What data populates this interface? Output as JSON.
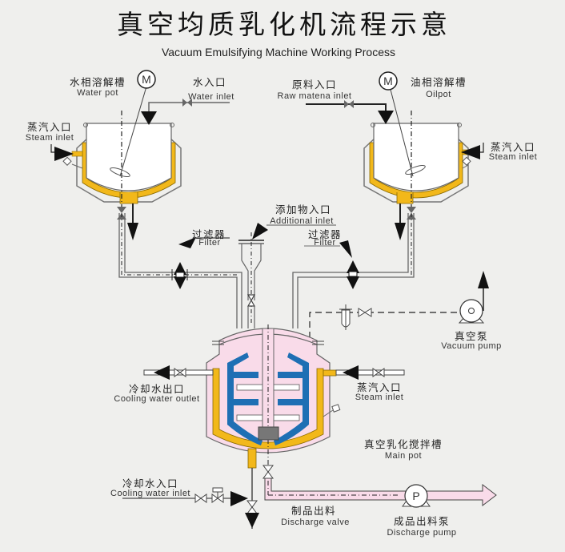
{
  "title": {
    "zh": "真空均质乳化机流程示意",
    "en": "Vacuum Emulsifying Machine Working Process"
  },
  "labels": {
    "water_pot": {
      "zh": "水相溶解槽",
      "en": "Water pot"
    },
    "water_inlet": {
      "zh": "水入口",
      "en": "Water inlet"
    },
    "raw_inlet": {
      "zh": "原料入口",
      "en": "Raw matena inlet"
    },
    "oil_pot": {
      "zh": "油相溶解槽",
      "en": "Oilpot"
    },
    "steam_inlet_left": {
      "zh": "蒸汽入口",
      "en": "Steam inlet"
    },
    "steam_inlet_right": {
      "zh": "蒸汽入口",
      "en": "Steam inlet"
    },
    "additional_inlet": {
      "zh": "添加物入口",
      "en": "Additional inlet"
    },
    "filter_left": {
      "zh": "过滤器",
      "en": "Filter"
    },
    "filter_right": {
      "zh": "过滤器",
      "en": "Filter"
    },
    "vacuum_pump": {
      "zh": "真空泵",
      "en": "Vacuum pump"
    },
    "cooling_outlet": {
      "zh": "冷却水出口",
      "en": "Cooling water outlet"
    },
    "steam_inlet_main": {
      "zh": "蒸汽入口",
      "en": "Steam inlet"
    },
    "main_pot": {
      "zh": "真空乳化搅拌槽",
      "en": "Main pot"
    },
    "cooling_inlet": {
      "zh": "冷却水入口",
      "en": "Cooling water inlet"
    },
    "discharge_valve": {
      "zh": "制品出料",
      "en": "Discharge valve"
    },
    "discharge_pump": {
      "zh": "成品出料泵",
      "en": "Discharge pump"
    }
  },
  "symbols": {
    "motor_left": "M",
    "motor_right": "M",
    "pump": "P"
  },
  "colors": {
    "jacket": "#f2b81a",
    "main_body": "#f9dbe9",
    "agitator": "#1e6fb4",
    "line": "#555555",
    "arrow": "#111111",
    "background": "#efefed"
  }
}
